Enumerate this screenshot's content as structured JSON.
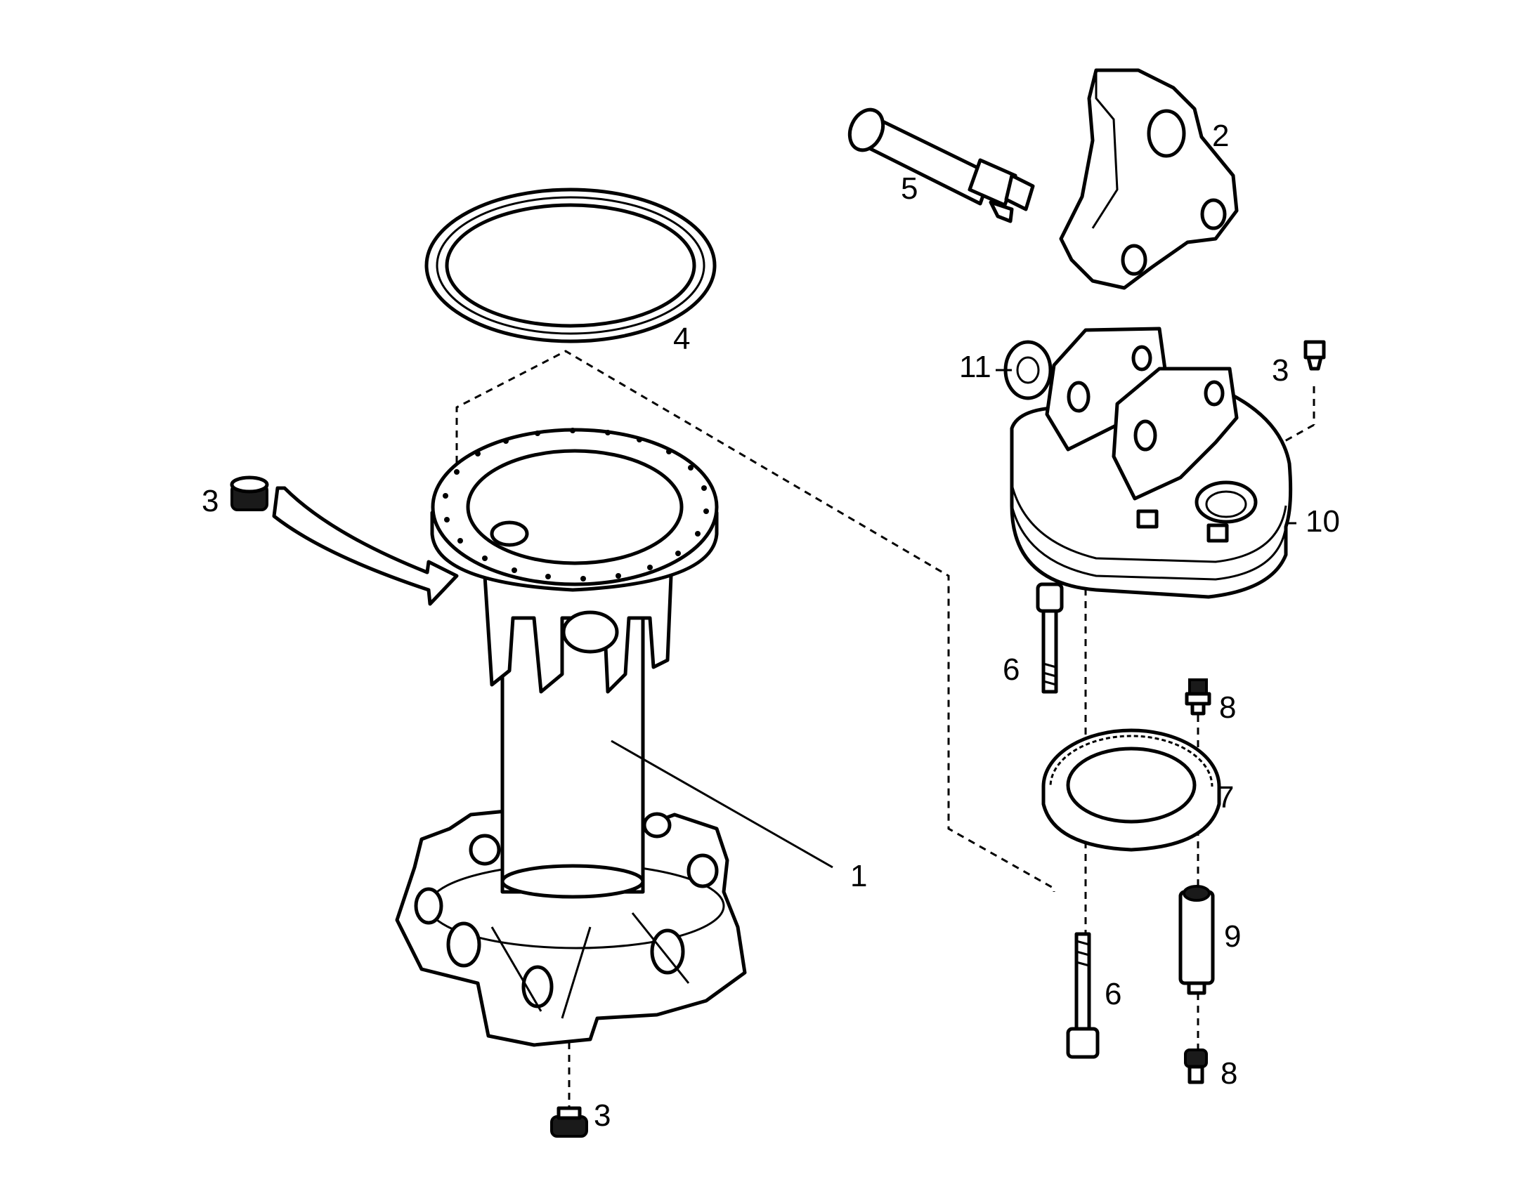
{
  "colors": {
    "ink": "#000000",
    "paper": "#ffffff"
  },
  "callouts": {
    "c1": "1",
    "c2": "2",
    "c3a": "3",
    "c3b": "3",
    "c3c": "3",
    "c4": "4",
    "c5": "5",
    "c6a": "6",
    "c6b": "6",
    "c7": "7",
    "c8a": "8",
    "c8b": "8",
    "c9": "9",
    "c10": "10",
    "c11": "11"
  }
}
